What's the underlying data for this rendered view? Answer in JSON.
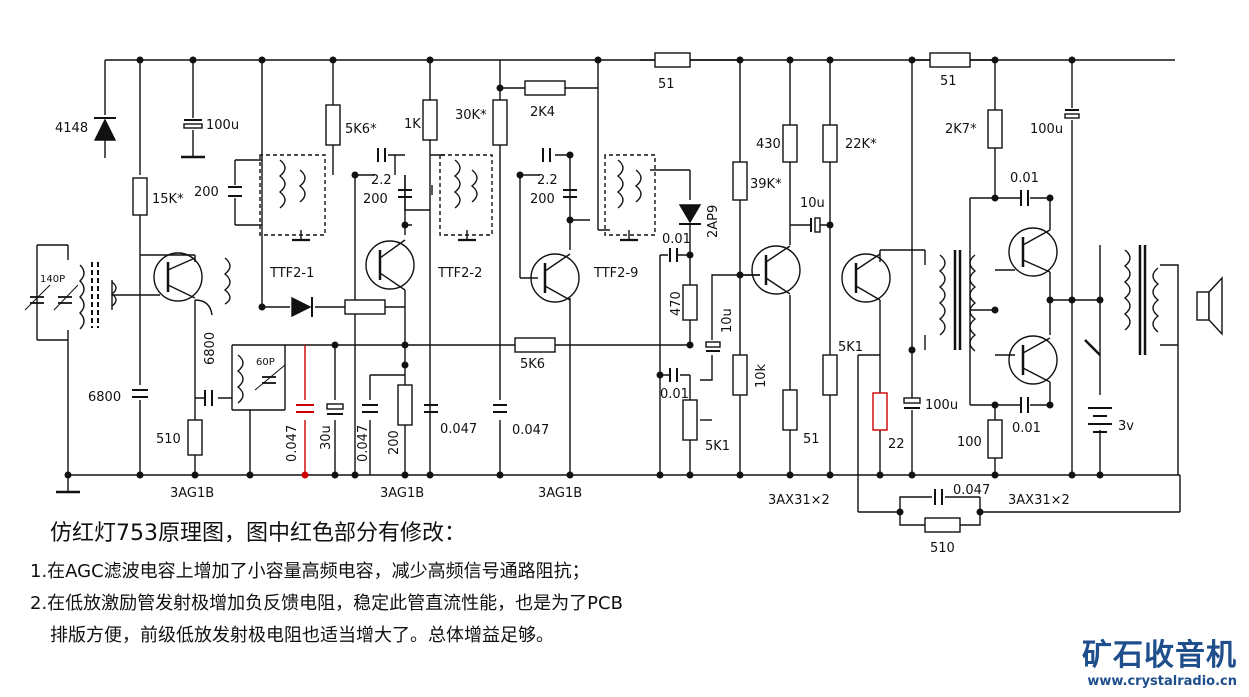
{
  "colors": {
    "line": "#111111",
    "modified": "#cc0000",
    "brand": "#1f4e8c"
  },
  "labels": {
    "d4148": "4148",
    "c100u_1": "100u",
    "r15k": "15K*",
    "c200_1": "200",
    "c140p": "140P",
    "c6800_gnd": "6800",
    "c6800_v": "6800",
    "c60p": "60P",
    "r510_1": "510",
    "q1": "3AG1B",
    "r5k6_1": "5K6*",
    "r1k": "1K",
    "c2_2_1": "2.2",
    "c200_2": "200",
    "ttf2_1": "TTF2-1",
    "c0047_red": "0.047",
    "c30u": "30u",
    "c0047_2": "0.047",
    "r200": "200",
    "c0047_3": "0.047",
    "q2": "3AG1B",
    "r30k": "30K*",
    "r2k4": "2K4",
    "c2_2_2": "2.2",
    "c200_3": "200",
    "ttf2_2": "TTF2-2",
    "c0047_4": "0.047",
    "r5k6_2": "5K6",
    "q3": "3AG1B",
    "ttf2_9": "TTF2-9",
    "d2ap9": "2AP9",
    "c001_1": "0.01",
    "r470": "470",
    "c10u_1": "10u",
    "c001_2": "0.01",
    "vr5k1": "5K1",
    "r51_1": "51",
    "r430": "430",
    "r39k": "39K*",
    "r10k": "10k",
    "r51_2": "51",
    "r22k": "22K*",
    "c10u_2": "10u",
    "r5k1_2": "5K1",
    "r22_red": "22",
    "c100u_2": "100u",
    "q45": "3AX31×2",
    "r51_3": "51",
    "r2k7": "2K7*",
    "c100u_3": "100u",
    "c001_3": "0.01",
    "c001_4": "0.01",
    "r100": "100",
    "q67": "3AX31×2",
    "batt": "3v",
    "c0047_fb": "0.047",
    "r510_fb": "510"
  },
  "caption": {
    "title": "仿红灯753原理图，图中红色部分有修改：",
    "line1": "1.在AGC滤波电容上增加了小容量高频电容，减少高频信号通路阻抗；",
    "line2": "2.在低放激励管发射极增加负反馈电阻，稳定此管直流性能，也是为了PCB",
    "line3": "排版方便，前级低放发射极电阻也适当增大了。总体增益足够。"
  },
  "brand": {
    "name": "矿石收音机",
    "url": "www.crystalradio.cn"
  }
}
